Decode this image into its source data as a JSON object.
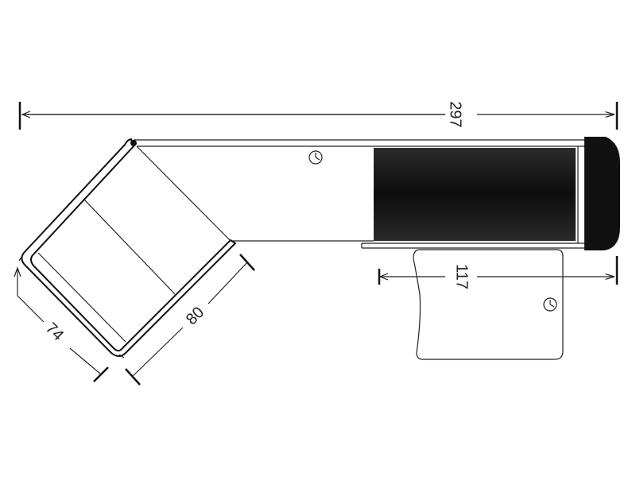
{
  "drawing": {
    "dimensions": {
      "overall_width": "297",
      "ottoman_width": "117",
      "corner_depth": "74",
      "corner_width": "80"
    },
    "colors": {
      "line": "#222222",
      "chaise": "#111111",
      "background": "#ffffff"
    },
    "symbols": [
      "recliner-clock-icon",
      "recliner-clock-icon"
    ]
  }
}
